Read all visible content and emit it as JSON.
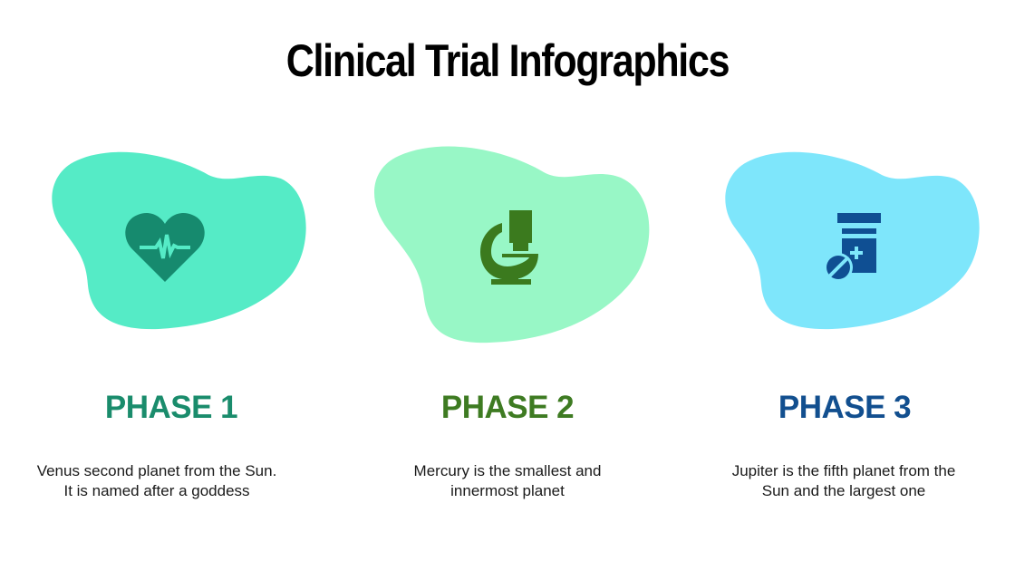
{
  "slide": {
    "title": "Clinical Trial Infographics"
  },
  "phases": [
    {
      "label": "PHASE 1",
      "description_line1": "Venus second planet from the Sun.",
      "description_line2": "It is named after a goddess",
      "icon": "heart-pulse-icon",
      "blob_color": "#55EBC6",
      "icon_color": "#168A6E",
      "title_color": "#1A8C6C"
    },
    {
      "label": "PHASE 2",
      "description_line1": "Mercury is the smallest and",
      "description_line2": "innermost planet",
      "icon": "microscope-icon",
      "blob_color": "#98F7C6",
      "icon_color": "#3B7A1E",
      "title_color": "#3E7B22"
    },
    {
      "label": "PHASE 3",
      "description_line1": "Jupiter is the fifth planet from the",
      "description_line2": "Sun and the largest one",
      "icon": "medicine-bottle-pill-icon",
      "blob_color": "#7EE6FB",
      "icon_color": "#0F4F93",
      "title_color": "#124F8F"
    }
  ]
}
